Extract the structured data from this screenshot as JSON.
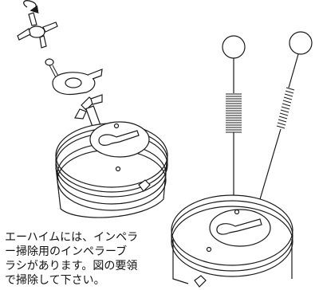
{
  "caption": {
    "lines": [
      "エーハイムには、インペラ",
      "ー掃除用のインペラーブ",
      "ラシがあります。図の要領",
      "で掃除して下さい。"
    ]
  },
  "illustration": {
    "stroke_color": "#1a1a1a",
    "fill_color": "#ffffff",
    "parts": [
      "impeller-icon",
      "impeller-cover-icon",
      "pump-head-with-impeller-icon",
      "straight-brush-icon",
      "spiral-brush-icon",
      "pump-head-cleaning-icon"
    ]
  }
}
